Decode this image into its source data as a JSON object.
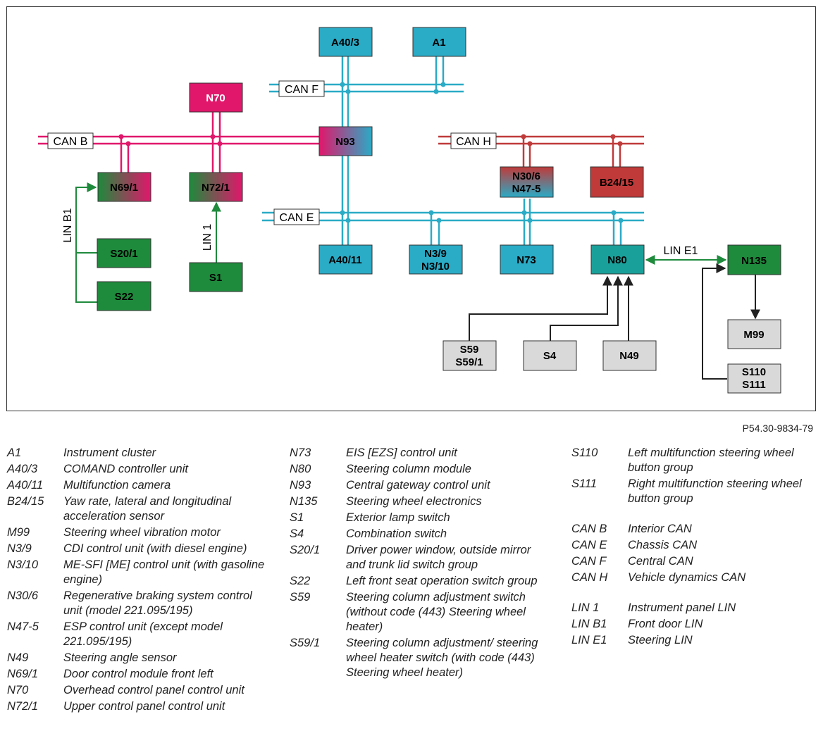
{
  "figure_ref": "P54.30-9834-79",
  "colors": {
    "can_b": "#e0176b",
    "can_e": "#2aabc6",
    "can_f": "#2aabc6",
    "can_h": "#c03a3a",
    "lin": "#1e8a3c",
    "wire": "#222222"
  },
  "modules": [
    {
      "id": "A40/3",
      "label": "A40/3"
    },
    {
      "id": "A1",
      "label": "A1"
    },
    {
      "id": "N70",
      "label": "N70"
    },
    {
      "id": "N93",
      "label": "N93"
    },
    {
      "id": "N69/1",
      "label": "N69/1"
    },
    {
      "id": "N72/1",
      "label": "N72/1"
    },
    {
      "id": "N30/6",
      "label": "N30/6",
      "label2": "N47-5"
    },
    {
      "id": "B24/15",
      "label": "B24/15"
    },
    {
      "id": "S20/1",
      "label": "S20/1"
    },
    {
      "id": "S22",
      "label": "S22"
    },
    {
      "id": "S1",
      "label": "S1"
    },
    {
      "id": "A40/11",
      "label": "A40/11"
    },
    {
      "id": "N3/9",
      "label": "N3/9",
      "label2": "N3/10"
    },
    {
      "id": "N73",
      "label": "N73"
    },
    {
      "id": "N80",
      "label": "N80"
    },
    {
      "id": "N135",
      "label": "N135"
    },
    {
      "id": "M99",
      "label": "M99"
    },
    {
      "id": "S59",
      "label": "S59",
      "label2": "S59/1"
    },
    {
      "id": "S4",
      "label": "S4"
    },
    {
      "id": "N49",
      "label": "N49"
    },
    {
      "id": "S110",
      "label": "S110",
      "label2": "S111"
    }
  ],
  "buses": [
    {
      "id": "can-b",
      "label": "CAN B"
    },
    {
      "id": "can-f",
      "label": "CAN F"
    },
    {
      "id": "can-h",
      "label": "CAN H"
    },
    {
      "id": "can-e",
      "label": "CAN E"
    }
  ],
  "lin_labels": [
    {
      "id": "lin-b1",
      "label": "LIN B1"
    },
    {
      "id": "lin-1",
      "label": "LIN 1"
    },
    {
      "id": "lin-e1",
      "label": "LIN E1"
    }
  ],
  "legend": {
    "col1": [
      {
        "code": "A1",
        "desc": "Instrument cluster"
      },
      {
        "code": "A40/3",
        "desc": "COMAND controller unit"
      },
      {
        "code": "A40/11",
        "desc": "Multifunction camera"
      },
      {
        "code": "B24/15",
        "desc": "Yaw rate, lateral and longitudinal acceleration sensor"
      },
      {
        "code": "M99",
        "desc": "Steering wheel vibration motor"
      },
      {
        "code": "N3/9",
        "desc": "CDI control unit (with diesel engine)"
      },
      {
        "code": "N3/10",
        "desc": "ME-SFI [ME] control unit (with gasoline engine)"
      },
      {
        "code": "N30/6",
        "desc": "Regenerative braking system control unit (model 221.095/195)"
      },
      {
        "code": "N47-5",
        "desc": "ESP control unit (except model 221.095/195)"
      },
      {
        "code": "N49",
        "desc": "Steering angle sensor"
      },
      {
        "code": "N69/1",
        "desc": "Door control module front left"
      },
      {
        "code": "N70",
        "desc": "Overhead control panel control unit"
      },
      {
        "code": "N72/1",
        "desc": "Upper control panel control unit"
      }
    ],
    "col2": [
      {
        "code": "N73",
        "desc": "EIS [EZS] control unit"
      },
      {
        "code": "N80",
        "desc": "Steering column module"
      },
      {
        "code": "N93",
        "desc": "Central gateway control unit"
      },
      {
        "code": "N135",
        "desc": "Steering wheel electronics"
      },
      {
        "code": "S1",
        "desc": "Exterior lamp switch"
      },
      {
        "code": "S4",
        "desc": "Combination switch"
      },
      {
        "code": "S20/1",
        "desc": "Driver power window, outside mirror and trunk lid switch group"
      },
      {
        "code": "S22",
        "desc": "Left front seat operation switch group"
      },
      {
        "code": "S59",
        "desc": "Steering column adjustment switch",
        "desc2": "(without code (443) Steering wheel heater)"
      },
      {
        "code": "S59/1",
        "desc": "Steering column adjustment/ steering wheel heater switch (with code (443) Steering wheel heater)"
      }
    ],
    "col3a": [
      {
        "code": "S110",
        "desc": "Left multifunction steering wheel button group"
      },
      {
        "code": "S111",
        "desc": "Right multifunction steering wheel button group"
      }
    ],
    "col3b": [
      {
        "code": "CAN B",
        "desc": "Interior CAN"
      },
      {
        "code": "CAN E",
        "desc": "Chassis CAN"
      },
      {
        "code": "CAN F",
        "desc": "Central CAN"
      },
      {
        "code": "CAN H",
        "desc": "Vehicle dynamics CAN"
      }
    ],
    "col3c": [
      {
        "code": "LIN 1",
        "desc": "Instrument panel LIN"
      },
      {
        "code": "LIN B1",
        "desc": "Front door LIN"
      },
      {
        "code": "LIN E1",
        "desc": "Steering LIN"
      }
    ]
  }
}
